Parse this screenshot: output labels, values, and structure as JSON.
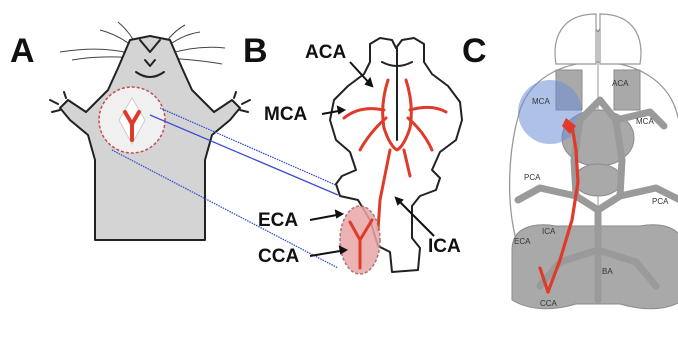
{
  "panels": {
    "a": {
      "letter": "A"
    },
    "b": {
      "letter": "B",
      "labels": {
        "aca": "ACA",
        "mca": "MCA",
        "eca": "ECA",
        "cca": "CCA",
        "ica": "ICA"
      }
    },
    "c": {
      "letter": "C",
      "labels": {
        "mca_left": "MCA",
        "aca": "ACA",
        "mca_right": "MCA",
        "pca_left": "PCA",
        "pca_right": "PCA",
        "ica": "ICA",
        "eca": "ECA",
        "ba": "BA",
        "cca": "CCA"
      }
    }
  },
  "colors": {
    "artery_red": "#e03a2a",
    "zoom_line_blue": "#3a4fd0",
    "mca_territory_blue": "#6b8fd6",
    "circle_pink": "#e8a6a6",
    "brain_grey": "#a9a9a9"
  }
}
